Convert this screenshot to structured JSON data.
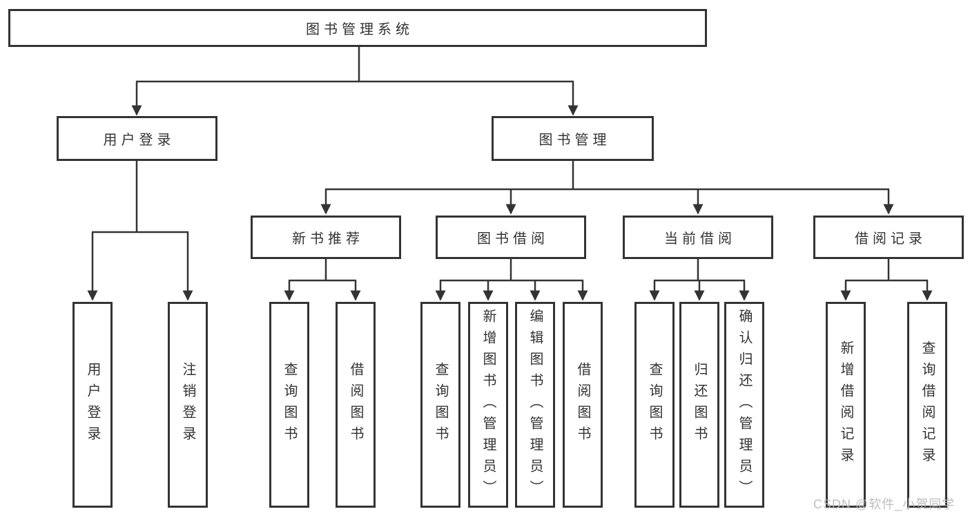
{
  "root": {
    "label": "图书管理系统"
  },
  "user_login": {
    "label": "用户登录",
    "children": [
      {
        "label": "用户登录"
      },
      {
        "label": "注销登录"
      }
    ]
  },
  "book_management": {
    "label": "图书管理",
    "groups": [
      {
        "label": "新书推荐",
        "children": [
          {
            "label": "查询图书"
          },
          {
            "label": "借阅图书"
          }
        ]
      },
      {
        "label": "图书借阅",
        "children": [
          {
            "label": "查询图书"
          },
          {
            "label": "新增图书（管理员）"
          },
          {
            "label": "编辑图书（管理员）"
          },
          {
            "label": "借阅图书"
          }
        ]
      },
      {
        "label": "当前借阅",
        "children": [
          {
            "label": "查询图书"
          },
          {
            "label": "归还图书"
          },
          {
            "label": "确认归还（管理员）"
          }
        ]
      },
      {
        "label": "借阅记录",
        "children": [
          {
            "label": "新增借阅记录"
          },
          {
            "label": "查询借阅记录"
          }
        ]
      }
    ]
  },
  "watermark": {
    "text": "CSDN @软件_小贺同学"
  },
  "colors": {
    "line": "#333333",
    "border": "#333333",
    "text": "#333333",
    "watermark": "#b8b8b8",
    "background": "#ffffff"
  }
}
